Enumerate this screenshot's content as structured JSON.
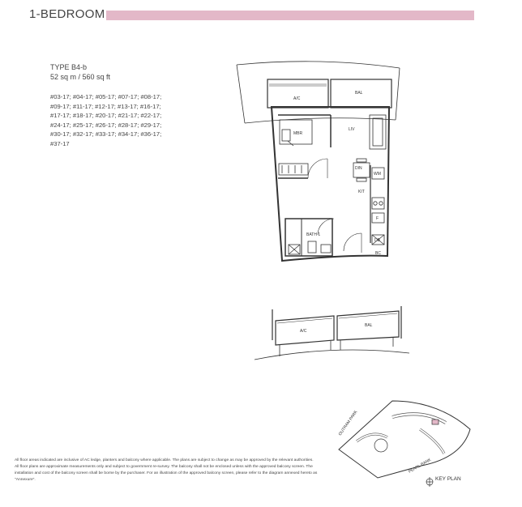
{
  "header": {
    "title": "1-BEDROOM",
    "accent_color": "#e3b8c8"
  },
  "unit_type": {
    "type": "TYPE B4-b",
    "area": "52 sq m / 560 sq ft"
  },
  "unit_numbers": [
    "#03-17; #04-17; #05-17; #07-17; #08-17;",
    "#09-17; #11-17; #12-17; #13-17; #16-17;",
    "#17-17; #18-17; #20-17; #21-17; #22-17;",
    "#24-17; #25-17; #26-17; #28-17; #29-17;",
    "#30-17; #32-17; #33-17; #34-17; #36-17;",
    "#37-17"
  ],
  "floor_plan": {
    "labels": {
      "ac": "A/C",
      "bal": "BAL",
      "mbr": "MBR",
      "liv": "LIV",
      "din": "DIN",
      "wm": "WM",
      "kit": "KIT",
      "f": "F",
      "bath": "BATH 1",
      "db": "DB",
      "bc": "BC"
    }
  },
  "section": {
    "labels": {
      "ac": "A/C",
      "bal": "BAL"
    }
  },
  "key_plan": {
    "label": "KEY PLAN",
    "roads": {
      "outram": "OUTRAM PARK",
      "pearl": "PEARL BANK"
    },
    "highlight_color": "#e3b8c8"
  },
  "disclaimer": "All floor areas indicated are inclusive of AC ledge, planters and balcony where applicable. The plans are subject to change as may be approved by the relevant authorities. All floor plans are approximate measurements only and subject to government re-survey. The balcony shall not be enclosed unless with the approved balcony screen. The installation and cost of the balcony screen shall be borne by the purchaser. For an illustration of the approved balcony screen, please refer to the diagram annexed hereto as \"Annexure\"."
}
